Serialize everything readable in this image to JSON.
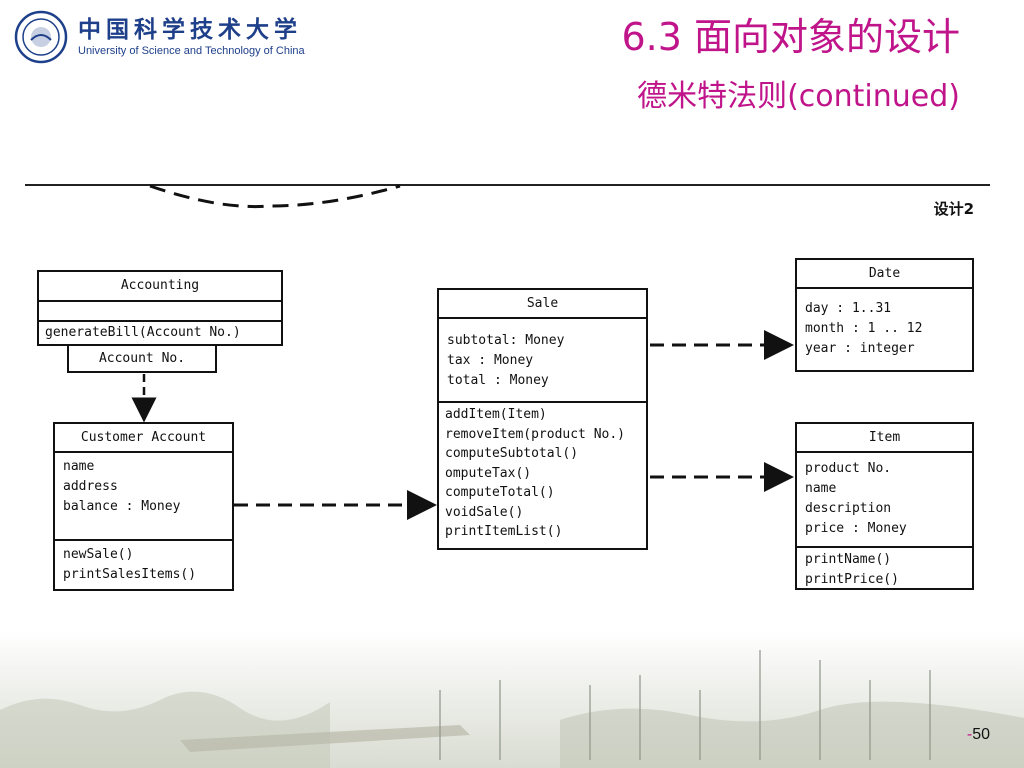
{
  "header": {
    "university_cn": "中国科学技术大学",
    "university_en": "University of Science and Technology of China",
    "title": "6.3 面向对象的设计",
    "subtitle": "德米特法则(continued)"
  },
  "figure": {
    "label": "设计2",
    "classes": {
      "accounting": {
        "name": "Accounting",
        "attributes": [],
        "methods": [
          "generateBill(Account No.)"
        ],
        "qualifier": "Account No."
      },
      "customer_account": {
        "name": "Customer Account",
        "attributes": [
          "name",
          "address",
          "balance : Money"
        ],
        "methods": [
          "newSale()",
          "printSalesItems()"
        ]
      },
      "sale": {
        "name": "Sale",
        "attributes": [
          "subtotal: Money",
          "tax : Money",
          "total : Money"
        ],
        "methods": [
          "addItem(Item)",
          "removeItem(product No.)",
          "computeSubtotal()",
          "omputeTax()",
          "computeTotal()",
          "voidSale()",
          "printItemList()"
        ]
      },
      "date": {
        "name": "Date",
        "attributes": [
          "day : 1..31",
          "month : 1 .. 12",
          "year : integer"
        ]
      },
      "item": {
        "name": "Item",
        "attributes": [
          "product No.",
          "name",
          "description",
          "price : Money"
        ],
        "methods": [
          "printName()",
          "printPrice()"
        ]
      }
    }
  },
  "footer": {
    "dash": "-",
    "page_number": "50"
  },
  "colors": {
    "title": "#c0148a",
    "logo": "#1e3f8a"
  }
}
